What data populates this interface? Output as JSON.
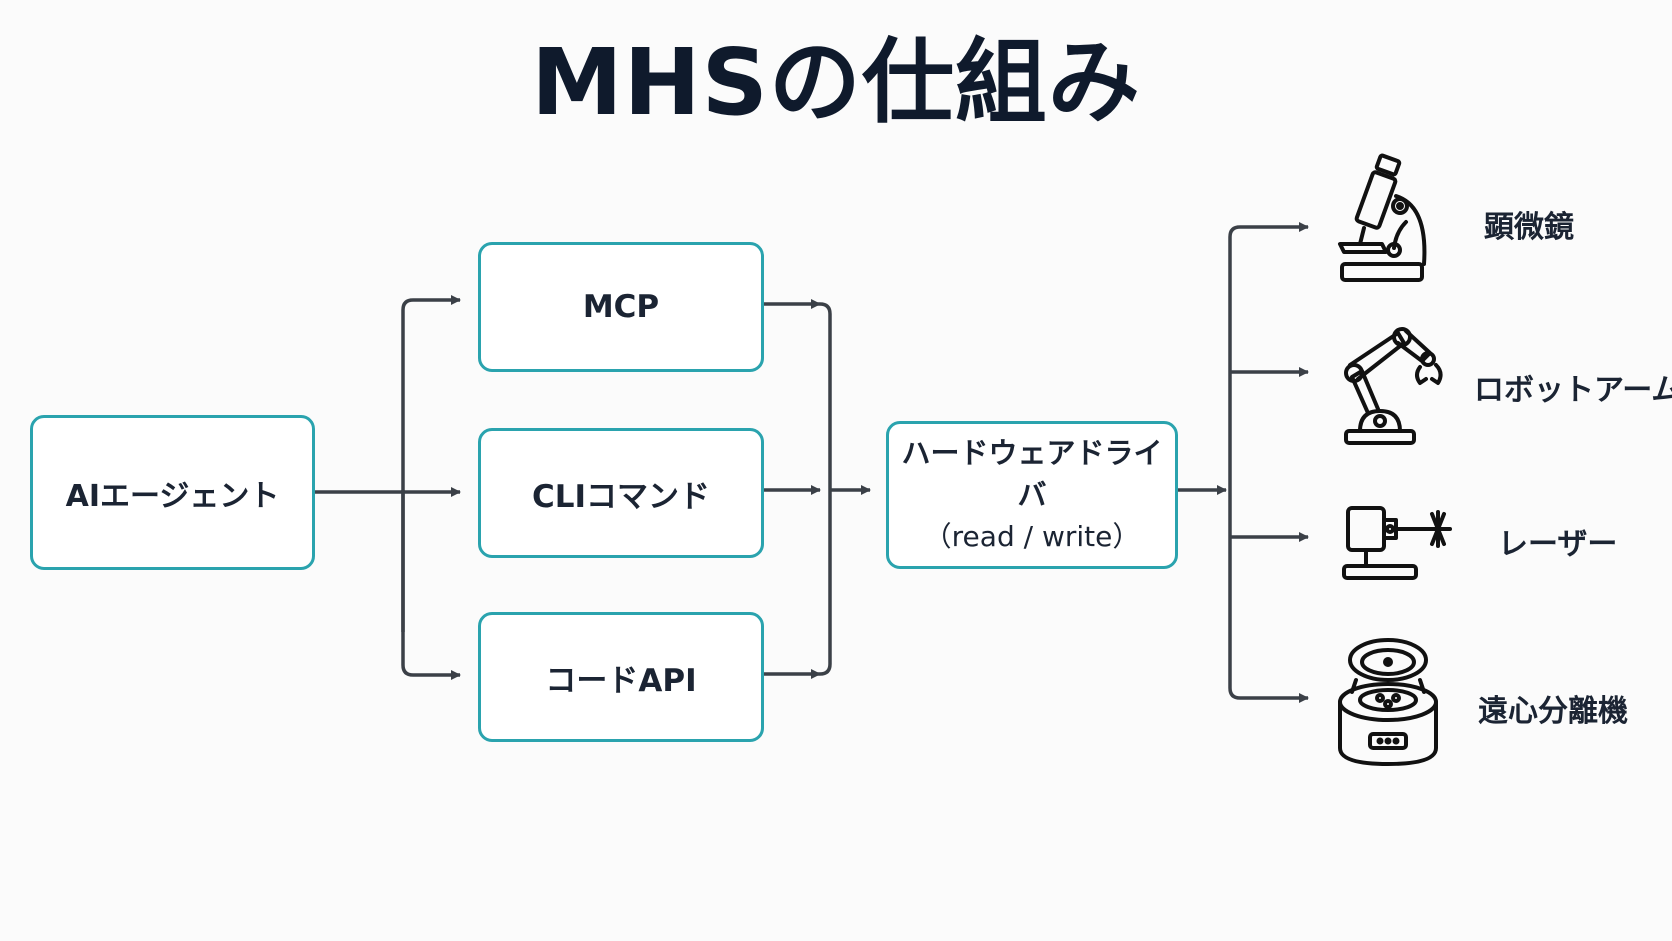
{
  "title": "MHSの仕組み",
  "colors": {
    "box_border": "#2aa3ae",
    "arrow": "#3b4047",
    "text": "#1b2433"
  },
  "nodes": {
    "agent": "AIエージェント",
    "interfaces": [
      "MCP",
      "CLIコマンド",
      "コードAPI"
    ],
    "driver_line1": "ハードウェアドライバ",
    "driver_line2": "（read / write）"
  },
  "devices": [
    {
      "label": "顕微鏡",
      "icon": "microscope-icon"
    },
    {
      "label": "ロボットアーム",
      "icon": "robot-arm-icon"
    },
    {
      "label": "レーザー",
      "icon": "laser-icon"
    },
    {
      "label": "遠心分離機",
      "icon": "centrifuge-icon"
    }
  ]
}
